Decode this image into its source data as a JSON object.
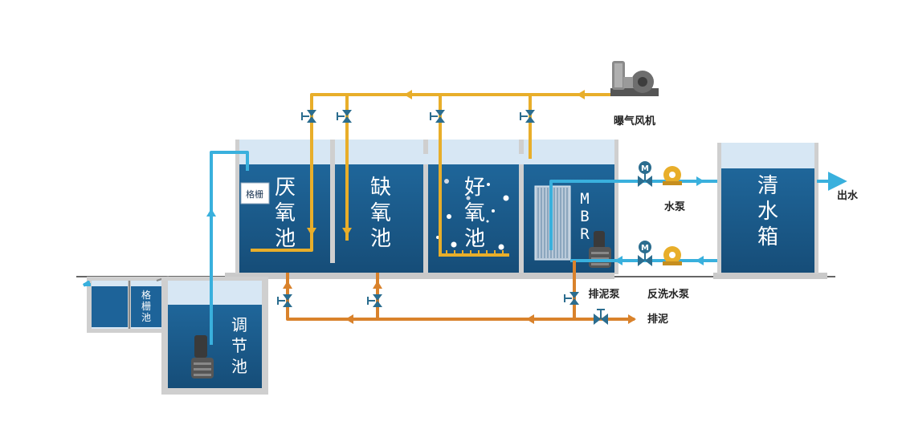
{
  "tanks": {
    "anaerobic": "厌氧池",
    "anoxic": "缺氧池",
    "aerobic": "好氧池",
    "mbr": "MBR",
    "clear_tank": "清水箱",
    "regulating": "调节池",
    "screen_tank": "格栅池",
    "screen": "格栅"
  },
  "equipment": {
    "blower": "曝气风机",
    "water_pump": "水泵",
    "backwash_pump": "反洗水泵",
    "sludge_pump": "排泥泵",
    "motor_valve_symbol": "M"
  },
  "flows": {
    "outlet": "出水",
    "sludge_discharge": "排泥"
  },
  "colors": {
    "water": "#1b5b8c",
    "water_top": "#d7e7f4",
    "air_pipe": "#e8ae2a",
    "sludge_pipe": "#d9822b",
    "water_pipe": "#39b0dd",
    "valve": "#2b6d8f",
    "tank_wall": "#cfcfcf"
  }
}
